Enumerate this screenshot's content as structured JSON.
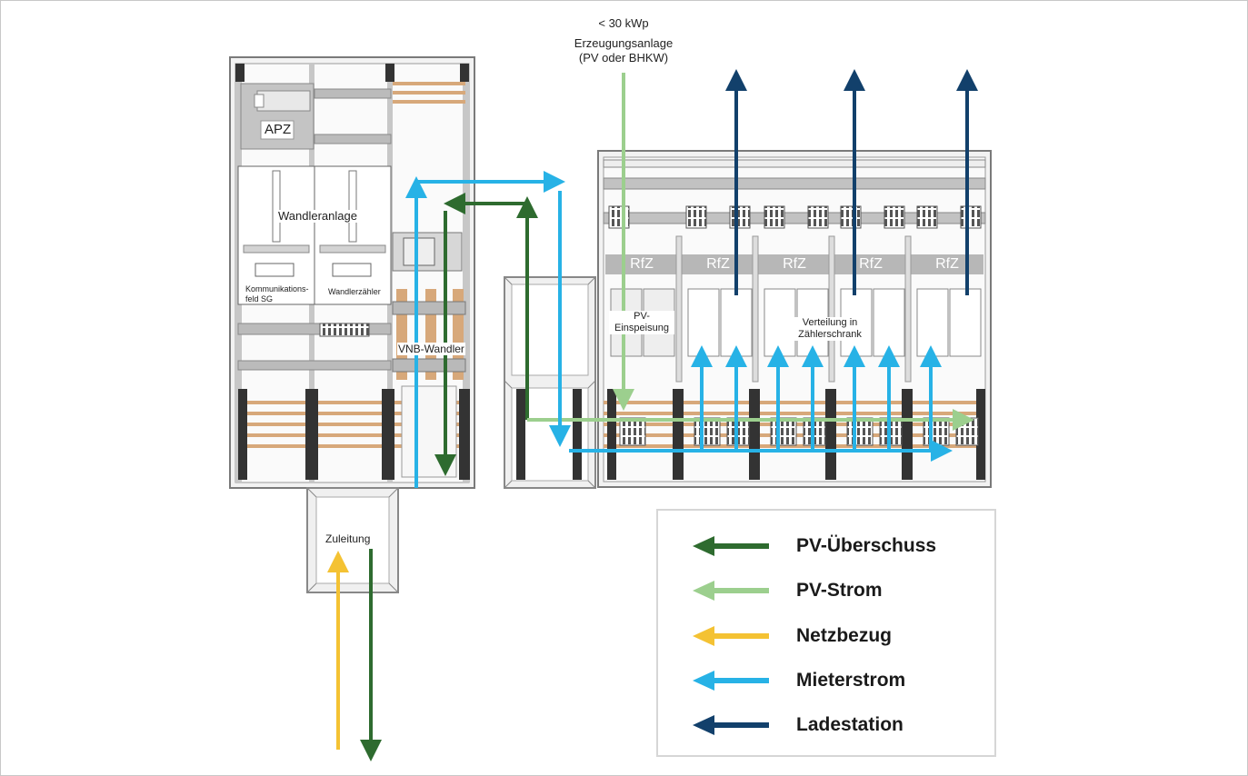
{
  "header_note": {
    "line1": "< 30 kWp",
    "line2": "Erzeugungsanlage",
    "line3": "(PV oder BHKW)"
  },
  "left_cabinet": {
    "apz": "APZ",
    "wandleranlage": "Wandleranlage",
    "komm_line1": "Kommunikations-",
    "komm_line2": "feld SG",
    "wandlerzaehler": "Wandlerzähler",
    "vnb_wandler": "VNB-Wandler",
    "zuleitung": "Zuleitung"
  },
  "right_cabinet": {
    "rfz_labels": [
      "RfZ",
      "RfZ",
      "RfZ",
      "RfZ",
      "RfZ"
    ],
    "pv_einspeisung_line1": "PV-",
    "pv_einspeisung_line2": "Einspeisung",
    "verteilung_line1": "Verteilung in",
    "verteilung_line2": "Zählerschrank"
  },
  "legend": {
    "items": [
      {
        "label": "PV-Überschuss",
        "color": "#2e6b2f"
      },
      {
        "label": "PV-Strom",
        "color": "#9ccf8e"
      },
      {
        "label": "Netzbezug",
        "color": "#f4c233"
      },
      {
        "label": "Mieterstrom",
        "color": "#27b2e6"
      },
      {
        "label": "Ladestation",
        "color": "#12406b"
      }
    ]
  },
  "colors": {
    "pv_ueberschuss": "#2e6b2f",
    "pv_strom": "#9ccf8e",
    "netzbezug": "#f4c233",
    "mieterstrom": "#27b2e6",
    "ladestation": "#12406b",
    "busbar": "#d7a87a",
    "frame_grey": "#8c8c8c"
  }
}
